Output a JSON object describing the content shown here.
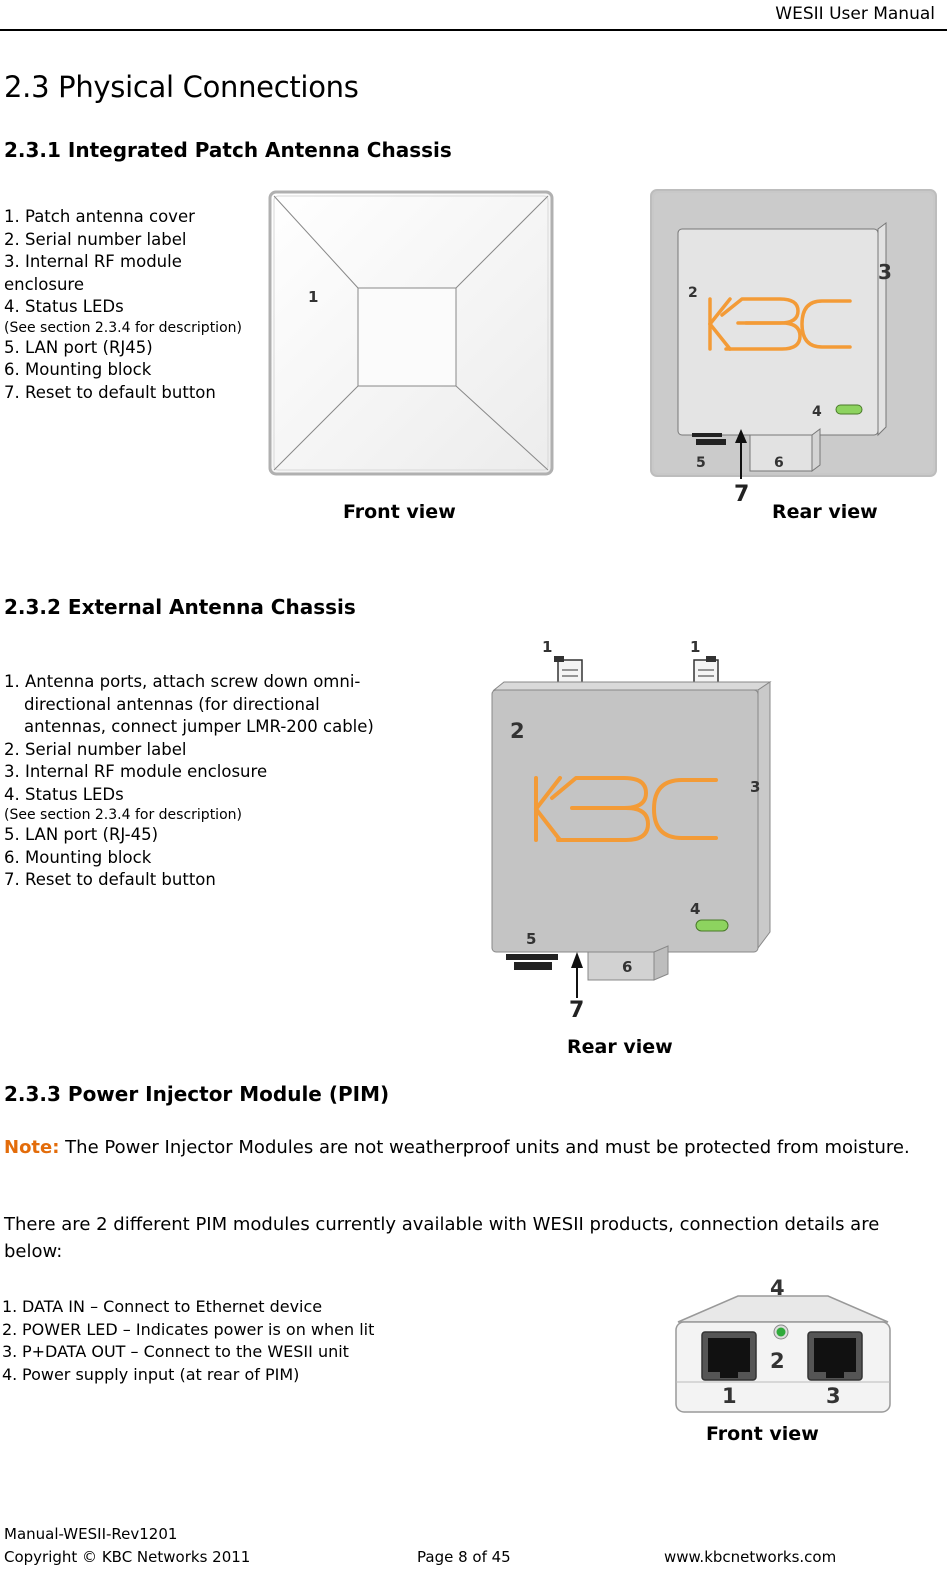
{
  "header": {
    "title": "WESII User Manual"
  },
  "section": {
    "title": "2.3 Physical Connections"
  },
  "subsections": [
    {
      "title": "2.3.1 Integrated Patch Antenna Chassis",
      "items": [
        {
          "label": "1. Patch antenna cover"
        },
        {
          "label": "2. Serial number label"
        },
        {
          "label": "3. Internal RF module enclosure"
        },
        {
          "label": "4. Status LEDs"
        },
        {
          "note": "(See section 2.3.4 for description)"
        },
        {
          "label": "5. LAN port (RJ45)"
        },
        {
          "label": "6. Mounting block"
        },
        {
          "label": "7. Reset to default button"
        }
      ],
      "front_caption": "Front view",
      "rear_caption": "Rear view",
      "front_callouts": [
        "1"
      ],
      "rear_callouts": [
        "2",
        "3",
        "4",
        "5",
        "6",
        "7"
      ]
    },
    {
      "title": "2.3.2 External Antenna Chassis",
      "items": [
        {
          "label": "1. Antenna ports, attach screw down omni-"
        },
        {
          "label": "directional antennas (for directional"
        },
        {
          "label": "antennas, connect jumper LMR-200 cable)"
        },
        {
          "label": "2. Serial number label"
        },
        {
          "label": "3. Internal RF module enclosure"
        },
        {
          "label": "4. Status LEDs"
        },
        {
          "note": "(See section 2.3.4 for description)"
        },
        {
          "label": "5. LAN port (RJ-45)"
        },
        {
          "label": "6. Mounting block"
        },
        {
          "label": "7. Reset to default button"
        }
      ],
      "rear_caption": "Rear view",
      "rear_callouts": [
        "1",
        "1",
        "2",
        "3",
        "4",
        "5",
        "6",
        "7"
      ]
    },
    {
      "title": "2.3.3 Power Injector Module (PIM)",
      "note_label": "Note:",
      "note_text": " The Power Injector Modules are not weatherproof units and must be protected from moisture.",
      "paragraph": "There are 2 different PIM modules currently available with WESII products, connection details are below:",
      "items": [
        {
          "num": "1.",
          "label": "DATA IN – Connect to Ethernet device"
        },
        {
          "num": "2.",
          "label": "POWER LED – Indicates power is on when lit"
        },
        {
          "num": "3.",
          "label": "P+DATA OUT – Connect to the WESII unit"
        },
        {
          "num": "4.",
          "label": "Power supply input (at rear of PIM)"
        }
      ],
      "front_caption": "Front view",
      "callouts": [
        "4",
        "2",
        "1",
        "3"
      ]
    }
  ],
  "logo_text": "KBC",
  "colors": {
    "note": "#e36c0a",
    "logo": "#f39b37",
    "led": "#8dd35f",
    "device_gray": "#c8c8c8"
  },
  "footer": {
    "doc_id": "Manual-WESII-Rev1201",
    "copyright": "Copyright © KBC Networks 2011",
    "page": "Page 8 of 45",
    "website": "www.kbcnetworks.com"
  }
}
